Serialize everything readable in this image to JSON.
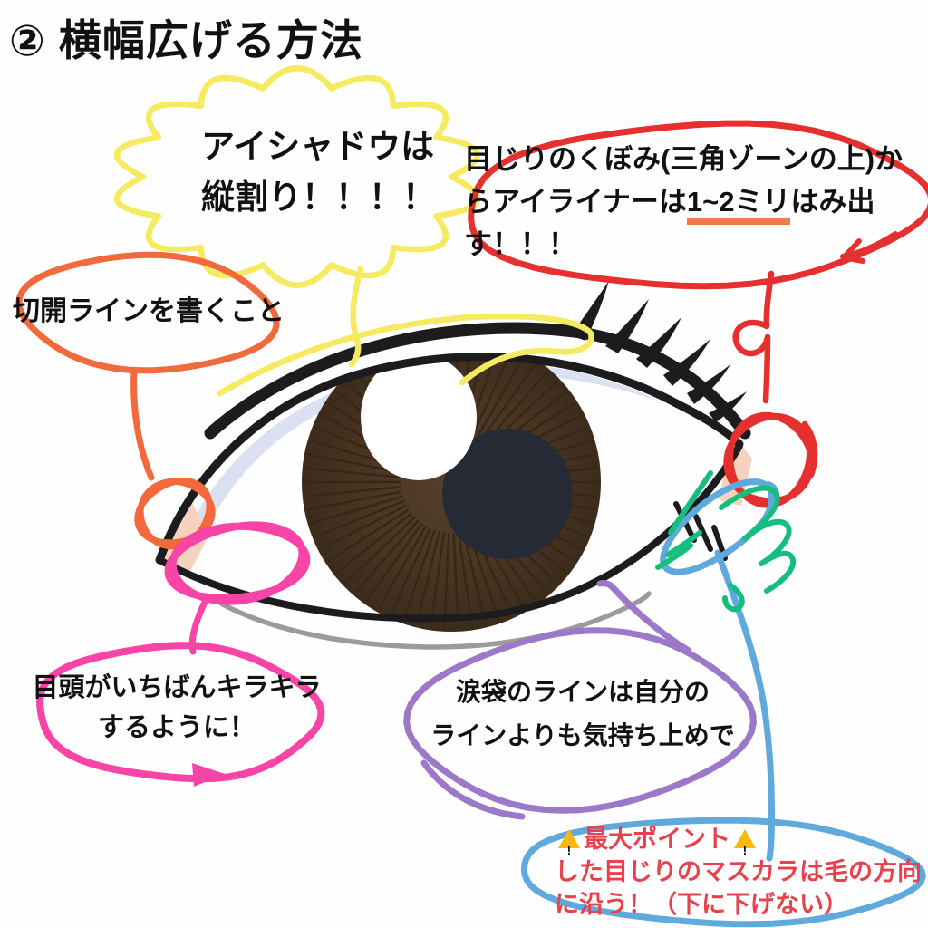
{
  "title": "② 横幅広げる方法",
  "colors": {
    "yellow": "#F5EA60",
    "red": "#E6302F",
    "orange": "#F26A3B",
    "underline_orange": "#F07B4A",
    "pink": "#F844A7",
    "purple": "#9B79C8",
    "blue": "#60A9DD",
    "green": "#15BE7F",
    "gray_line": "#9B9B9B",
    "lavender": "#DBE0F2",
    "iris_brown": "#4A3423",
    "iris_ray": "#362716",
    "pupil": "#262A34",
    "peach": "#F6D3BE",
    "lash_black": "#1C1C1E",
    "ink": "#111111",
    "red_text": "#E8414B",
    "warning_yellow": "#F7B90E"
  },
  "annotations": {
    "eyeshadow": {
      "line1": "アイシャドウは",
      "line2": "縦割り！！！！"
    },
    "eyeliner": {
      "line1": "目じりのくぼみ(三角ゾーンの上",
      "line2_pre": ")からアイライナーは",
      "line2_underlined": "1~2ミリ",
      "line2_post": "はみ",
      "line3": "出す！！！"
    },
    "incision": {
      "text": "切開ラインを書くこと"
    },
    "inner_corner": {
      "line1": "目頭がいちばんキラキラ",
      "line2": "するように！"
    },
    "tear_bag": {
      "line1": "涙袋のラインは自分の",
      "line2_normal": "ラインよりも",
      "line2_bold": "気持ち上めで"
    },
    "mascara": {
      "heading": "最大ポイント",
      "line2": "した目じりのマスカラは毛の方向",
      "line3": "に沿う！（下に下げない）",
      "warning_icon": "warning-triangle"
    }
  }
}
